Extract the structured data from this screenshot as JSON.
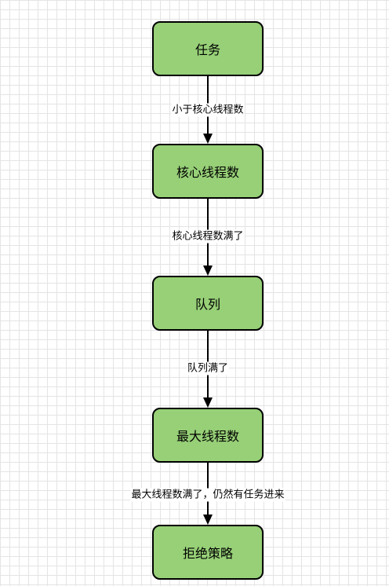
{
  "diagram": {
    "nodes": [
      {
        "id": "task",
        "label": "任务"
      },
      {
        "id": "core-threads",
        "label": "核心线程数"
      },
      {
        "id": "queue",
        "label": "队列"
      },
      {
        "id": "max-threads",
        "label": "最大线程数"
      },
      {
        "id": "reject-policy",
        "label": "拒绝策略"
      }
    ],
    "edges": [
      {
        "from": "task",
        "to": "core-threads",
        "label": "小于核心线程数"
      },
      {
        "from": "core-threads",
        "to": "queue",
        "label": "核心线程数满了"
      },
      {
        "from": "queue",
        "to": "max-threads",
        "label": "队列满了"
      },
      {
        "from": "max-threads",
        "to": "reject-policy",
        "label": "最大线程数满了，仍然有任务进来"
      }
    ]
  },
  "colors": {
    "node_fill": "#97d077",
    "node_border": "#000000",
    "edge": "#000000",
    "grid": "#e4e4e4"
  }
}
